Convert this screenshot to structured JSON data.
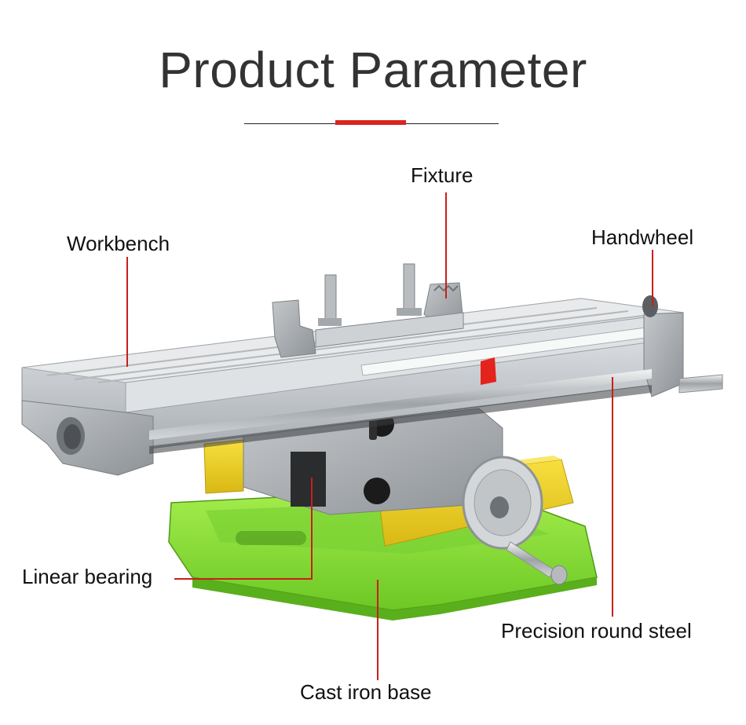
{
  "header": {
    "title": "Product Parameter"
  },
  "colors": {
    "accent": "#d8261f",
    "base_green": "#8ee03a",
    "carriage_yellow": "#f2d22a",
    "aluminium": "#d6d9dc"
  },
  "callouts": {
    "fixture": "Fixture",
    "workbench": "Workbench",
    "handwheel": "Handwheel",
    "linear_bearing": "Linear bearing",
    "precision_round_steel": "Precision round steel",
    "cast_iron_base": "Cast iron base"
  }
}
